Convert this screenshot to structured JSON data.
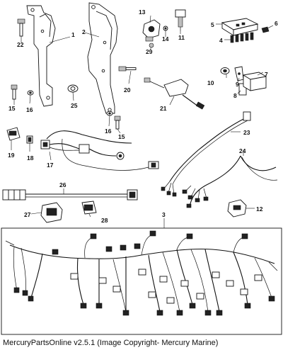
{
  "callouts": {
    "n1": "1",
    "n2": "2",
    "n3": "3",
    "n4": "4",
    "n5": "5",
    "n6": "6",
    "n7": "7",
    "n8": "8",
    "n9": "9",
    "n10": "10",
    "n11": "11",
    "n12": "12",
    "n13": "13",
    "n14": "14",
    "n15a": "15",
    "n15b": "15",
    "n16a": "16",
    "n16b": "16",
    "n17": "17",
    "n18": "18",
    "n19": "19",
    "n20": "20",
    "n21": "21",
    "n22": "22",
    "n23": "23",
    "n24": "24",
    "n25": "25",
    "n26": "26",
    "n27": "27",
    "n28": "28",
    "n29": "29"
  },
  "footer": {
    "caption": "MercuryPartsOnline v2.5.1 (Image Copyright- Mercury Marine)"
  }
}
